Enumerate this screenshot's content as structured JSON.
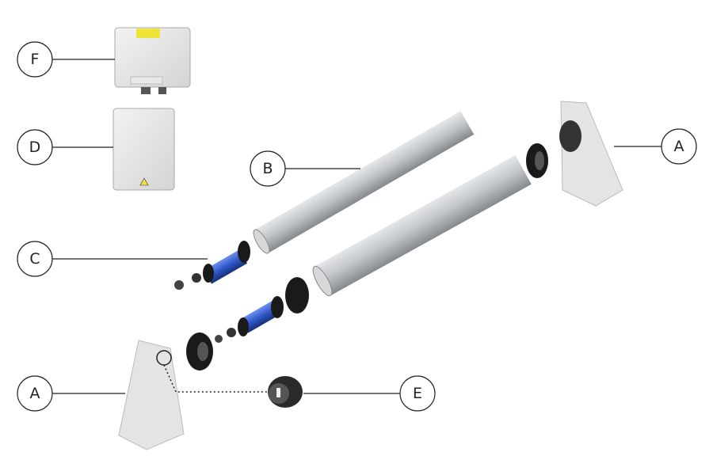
{
  "labels": {
    "f": "F",
    "d": "D",
    "b": "B",
    "c": "C",
    "a_right": "A",
    "a_left": "A",
    "e": "E"
  },
  "colors": {
    "tube": "#b9bcc0",
    "motor": "#2f58c8",
    "ring": "#1a1a1a",
    "bracket": "#e2e2e2",
    "warning": "#f0e33a"
  }
}
